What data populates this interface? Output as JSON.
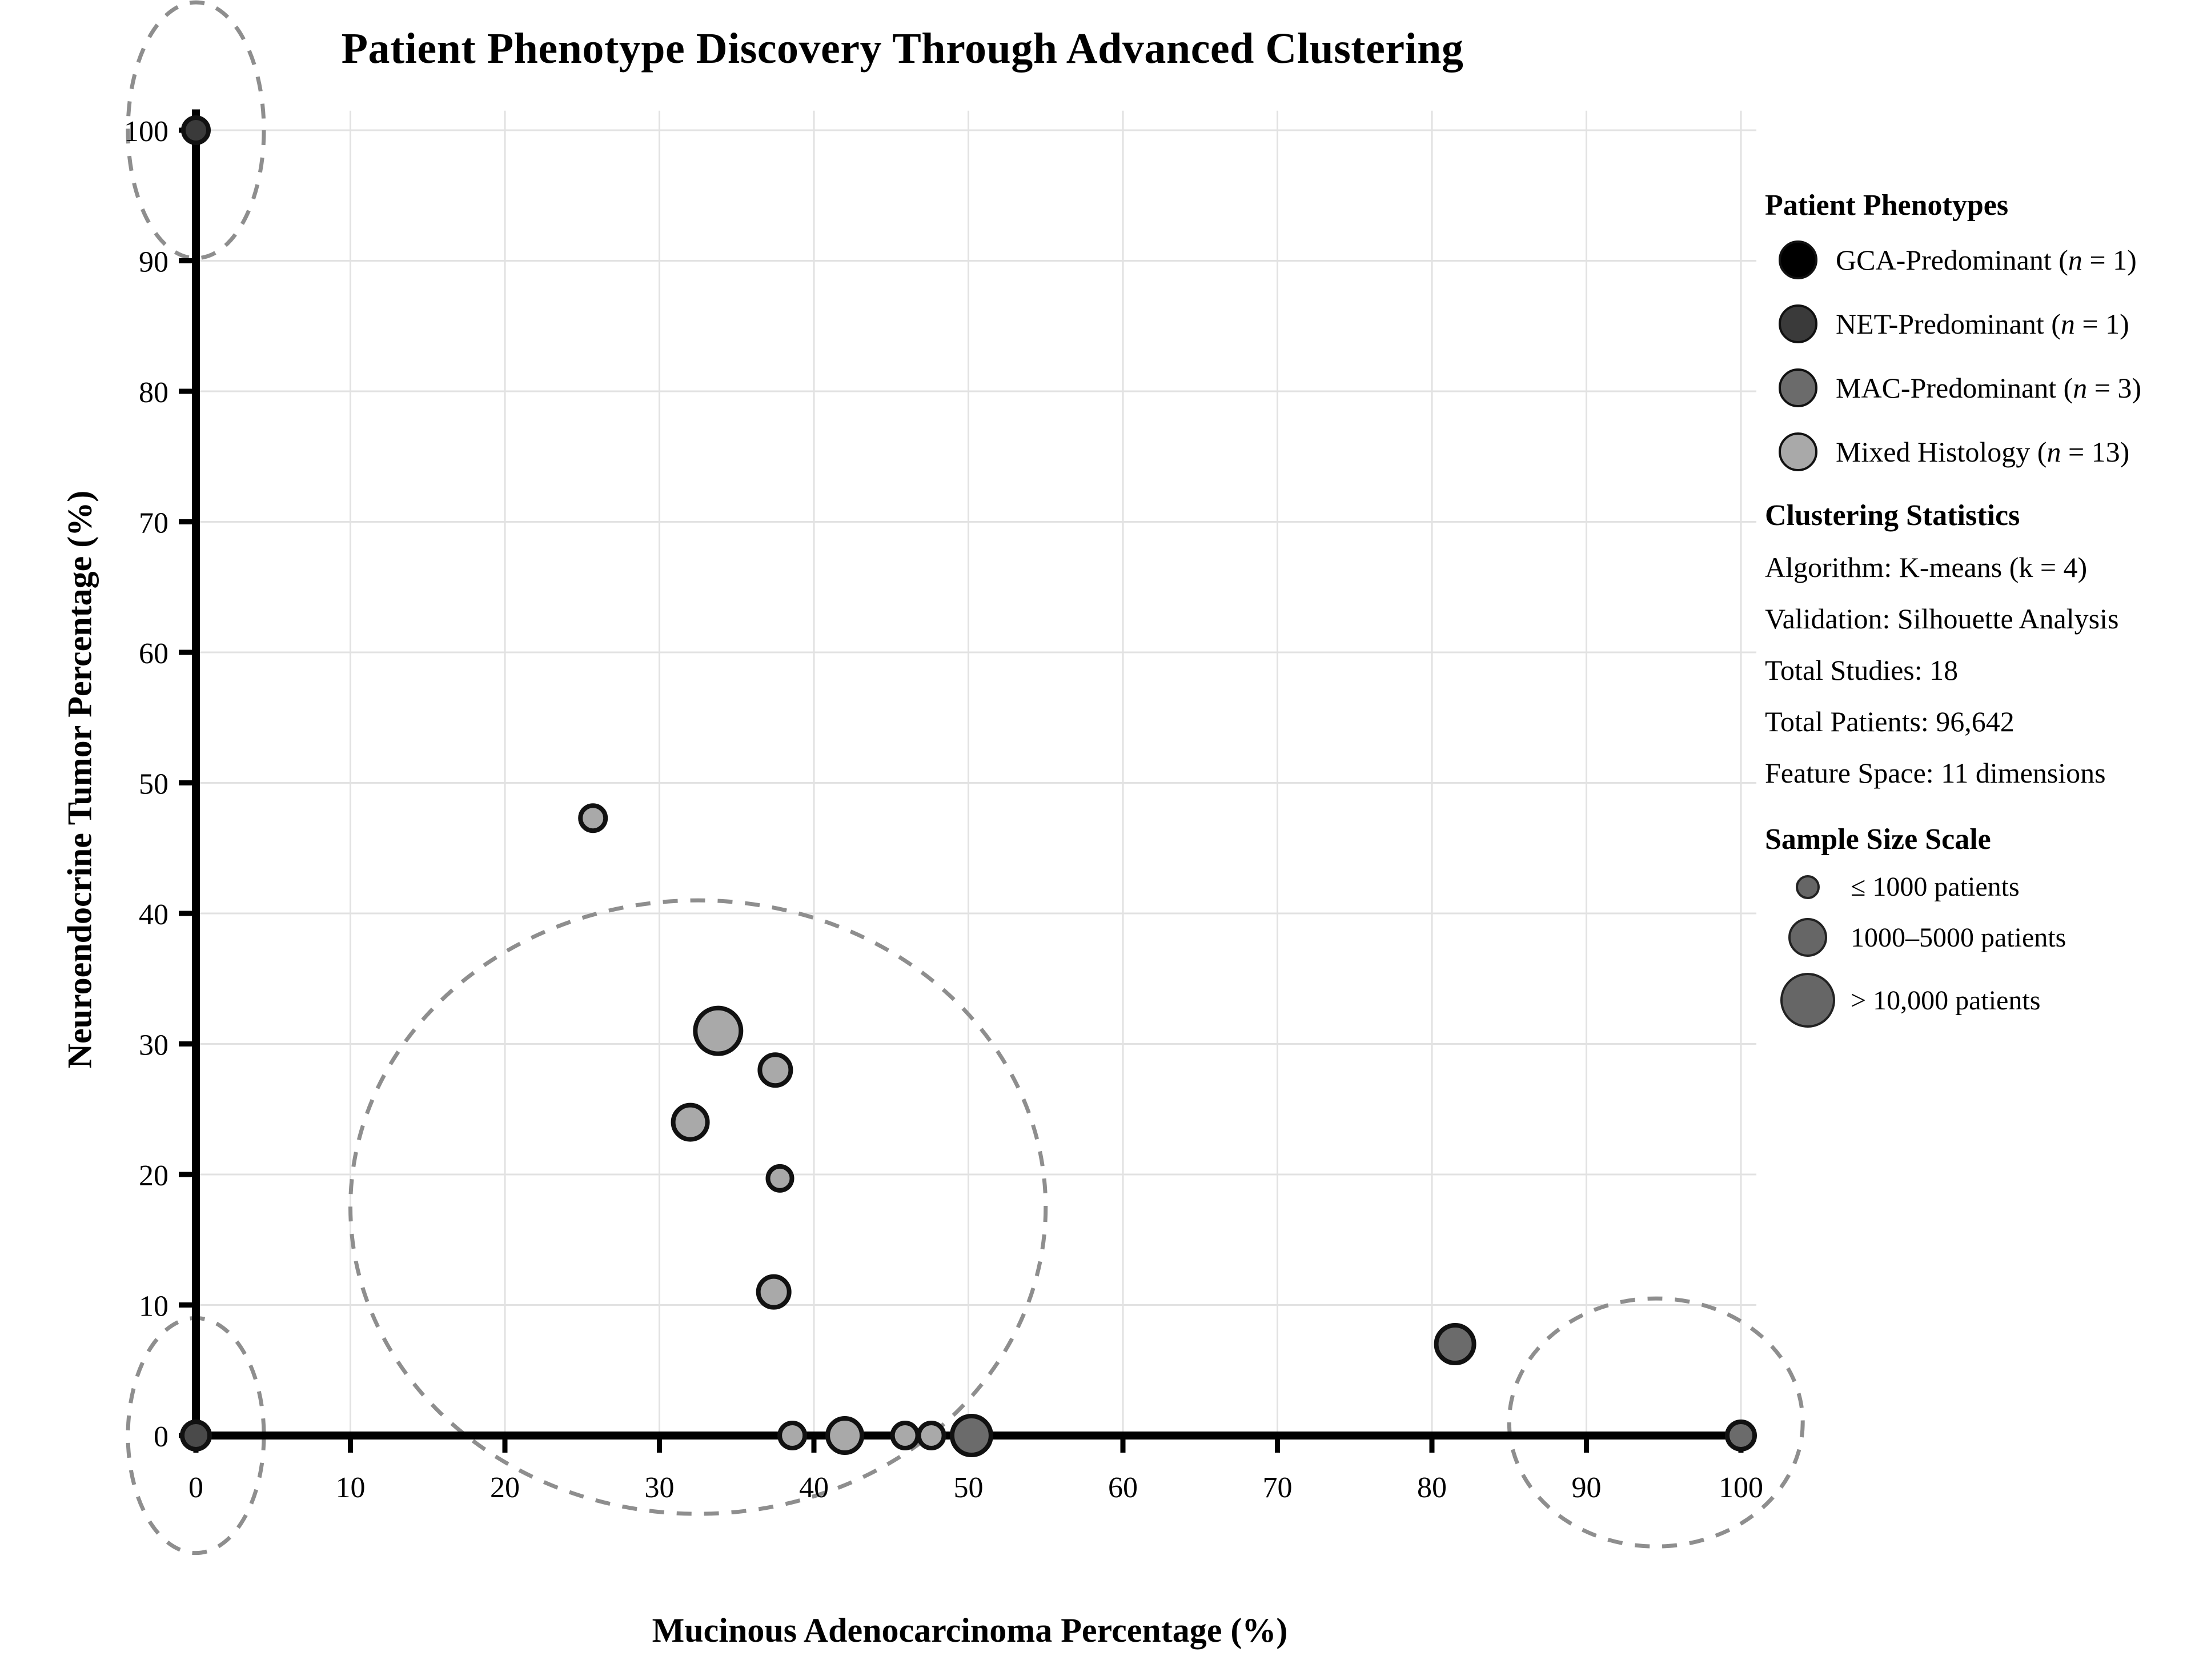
{
  "title": "Patient Phenotype Discovery Through Advanced Clustering",
  "axes": {
    "x_title": "Mucinous Adenocarcinoma Percentage (%)",
    "y_title": "Neuroendocrine Tumor Percentage (%)"
  },
  "legend": {
    "phenotypes_heading": "Patient Phenotypes",
    "phenotypes": [
      {
        "label_main": "GCA-Predominant (",
        "n_italic": "n",
        "n_rest": " = 1)",
        "color": "#000000",
        "radius": 30
      },
      {
        "label_main": "NET-Predominant (",
        "n_italic": "n",
        "n_rest": " = 1)",
        "color": "#3a3a3a",
        "radius": 30
      },
      {
        "label_main": "MAC-Predominant (",
        "n_italic": "n",
        "n_rest": " = 3)",
        "color": "#6b6b6b",
        "radius": 30
      },
      {
        "label_main": "Mixed Histology (",
        "n_italic": "n",
        "n_rest": " = 13)",
        "color": "#a9a9a9",
        "radius": 30
      }
    ],
    "stats_heading": "Clustering Statistics",
    "stats": [
      "Algorithm: K-means (k = 4)",
      "Validation: Silhouette Analysis",
      "Total Studies: 18",
      "Total Patients: 96,642",
      "Feature Space: 11 dimensions"
    ],
    "size_heading": "Sample Size Scale",
    "sizes": [
      {
        "label": "≤ 1000 patients",
        "radius": 17
      },
      {
        "label": "1000–5000 patients",
        "radius": 30
      },
      {
        "label": "> 10,000 patients",
        "radius": 44
      }
    ]
  },
  "chart_data": {
    "type": "scatter",
    "title": "Patient Phenotype Discovery Through Advanced Clustering",
    "xlabel": "Mucinous Adenocarcinoma Percentage (%)",
    "ylabel": "Neuroendocrine Tumor Percentage (%)",
    "xlim": [
      0,
      100
    ],
    "ylim": [
      0,
      100
    ],
    "xticks": [
      0,
      10,
      20,
      30,
      40,
      50,
      60,
      70,
      80,
      90,
      100
    ],
    "yticks": [
      0,
      10,
      20,
      30,
      40,
      50,
      60,
      70,
      80,
      90,
      100
    ],
    "grid": true,
    "legend_position": "right",
    "size_encodes": "sample size (patients)",
    "color_encodes": "patient phenotype cluster",
    "series": [
      {
        "name": "NET-Predominant",
        "color": "#3a3a3a",
        "points": [
          {
            "x": 0,
            "y": 100,
            "r": 22
          }
        ]
      },
      {
        "name": "GCA-Predominant",
        "color": "#4a4a4a",
        "points": [
          {
            "x": 0,
            "y": 0,
            "r": 24
          }
        ]
      },
      {
        "name": "MAC-Predominant",
        "color": "#6b6b6b",
        "points": [
          {
            "x": 81.5,
            "y": 7,
            "r": 33
          },
          {
            "x": 100,
            "y": 0,
            "r": 24
          },
          {
            "x": 50.2,
            "y": 0,
            "r": 34
          }
        ]
      },
      {
        "name": "Mixed Histology",
        "color": "#a9a9a9",
        "points": [
          {
            "x": 25.7,
            "y": 47.3,
            "r": 22
          },
          {
            "x": 33.8,
            "y": 31.0,
            "r": 40
          },
          {
            "x": 37.5,
            "y": 28.0,
            "r": 27
          },
          {
            "x": 32.0,
            "y": 24.0,
            "r": 30
          },
          {
            "x": 37.8,
            "y": 19.7,
            "r": 21
          },
          {
            "x": 37.4,
            "y": 11.0,
            "r": 27
          },
          {
            "x": 38.6,
            "y": 0,
            "r": 22
          },
          {
            "x": 42.0,
            "y": 0,
            "r": 30
          },
          {
            "x": 45.9,
            "y": 0,
            "r": 22
          },
          {
            "x": 47.6,
            "y": 0,
            "r": 22
          }
        ]
      }
    ],
    "cluster_ellipses": [
      {
        "cx": 0,
        "cy": 100,
        "rx": 4.4,
        "ry": 9.8,
        "name": "net-cluster"
      },
      {
        "cx": 0,
        "cy": 0,
        "rx": 4.4,
        "ry": 9.0,
        "name": "gca-cluster"
      },
      {
        "cx": 32.5,
        "cy": 17.5,
        "rx": 22.5,
        "ry": 23.5,
        "name": "mixed-histology-cluster"
      },
      {
        "cx": 94.5,
        "cy": 1.0,
        "rx": 9.5,
        "ry": 9.5,
        "name": "mac-cluster"
      }
    ]
  }
}
